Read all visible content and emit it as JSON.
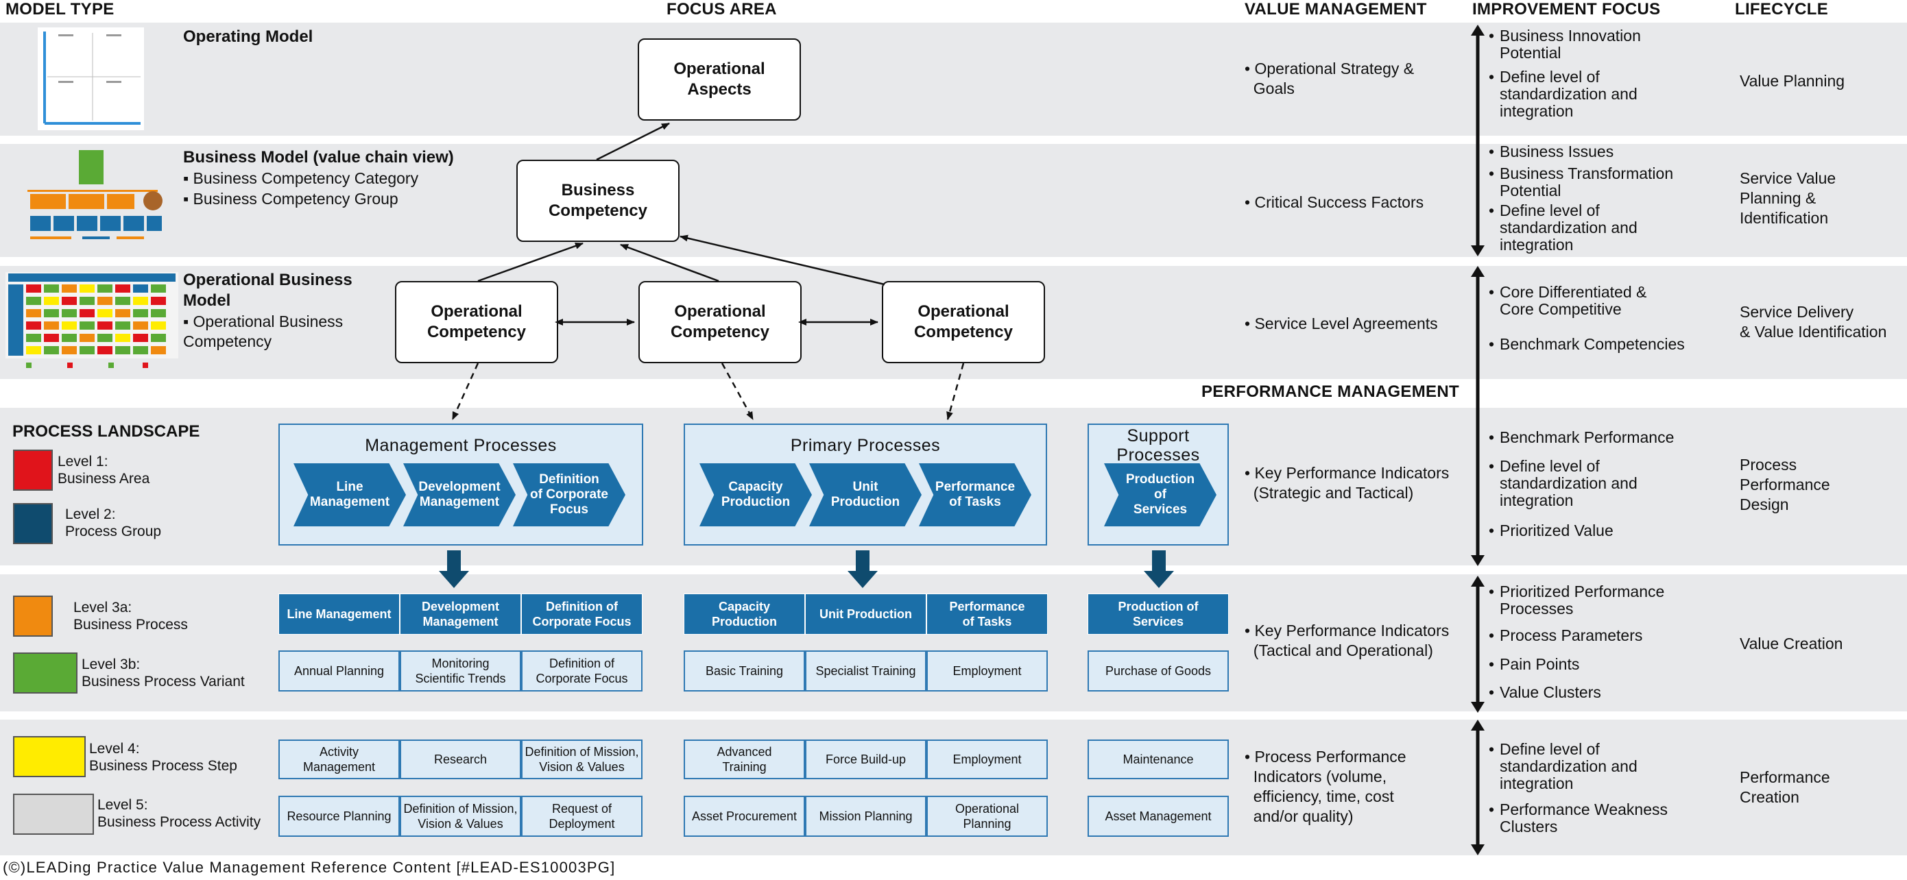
{
  "headers": {
    "model_type": "MODEL TYPE",
    "focus_area": "FOCUS AREA",
    "value_management": "VALUE MANAGEMENT",
    "improvement_focus": "IMPROVEMENT FOCUS",
    "lifecycle": "LIFECYCLE",
    "performance_management": "PERFORMANCE MANAGEMENT"
  },
  "model_types": {
    "operating": {
      "title": "Operating Model",
      "items": []
    },
    "business": {
      "title": "Business Model (value chain view)",
      "items": [
        "Business Competency Category",
        "Business Competency Group"
      ]
    },
    "operational_business": {
      "title": "Operational Business Model",
      "items": [
        "Operational Business Competency"
      ]
    }
  },
  "focus_boxes": {
    "operational_aspects": "Operational Aspects",
    "business_competency": "Business Competency",
    "operational_competency": "Operational Competency"
  },
  "value_management": [
    [
      "Operational Strategy &",
      "Goals"
    ],
    [
      "Critical Success Factors"
    ],
    [
      "Service Level Agreements"
    ],
    [
      "Key Performance Indicators",
      "(Strategic and Tactical)"
    ],
    [
      "Key Performance Indicators",
      "(Tactical and Operational)"
    ],
    [
      "Process Performance",
      "Indicators (volume,",
      "efficiency, time, cost",
      "and/or quality)"
    ]
  ],
  "improvement_focus": [
    [
      [
        "Business Innovation",
        "Potential"
      ],
      [
        "Define level of",
        "standardization and",
        "integration"
      ]
    ],
    [
      [
        "Business Issues"
      ],
      [
        "Business Transformation",
        "Potential"
      ],
      [
        "Define level of",
        "standardization and",
        "integration"
      ]
    ],
    [
      [
        "Core Differentiated &",
        "Core Competitive"
      ],
      [
        "Benchmark Competencies"
      ]
    ],
    [
      [
        "Benchmark Performance"
      ],
      [
        "Define level of",
        "standardization and",
        "integration"
      ],
      [
        "Prioritized Value"
      ]
    ],
    [
      [
        "Prioritized Performance",
        "Processes"
      ],
      [
        "Process Parameters"
      ],
      [
        "Pain Points"
      ],
      [
        "Value Clusters"
      ]
    ],
    [
      [
        "Define level of",
        "standardization and",
        "integration"
      ],
      [
        "Performance Weakness",
        "Clusters"
      ]
    ]
  ],
  "lifecycle": [
    [
      "Value Planning"
    ],
    [
      "Service Value",
      "Planning &",
      "Identification"
    ],
    [
      "Service Delivery",
      "& Value Identification"
    ],
    [
      "Process",
      "Performance",
      "Design"
    ],
    [
      "Value Creation"
    ],
    [
      "Performance",
      "Creation"
    ]
  ],
  "process_landscape": {
    "title": "PROCESS LANDSCAPE",
    "levels": [
      {
        "label": "Level 1:",
        "sub": "Business Area",
        "color": "#e0141b"
      },
      {
        "label": "Level 2:",
        "sub": "Process Group",
        "color": "#0f4b6e"
      },
      {
        "label": "Level 3a:",
        "sub": "Business Process",
        "color": "#f08a10"
      },
      {
        "label": "Level 3b:",
        "sub": "Business Process Variant",
        "color": "#5aaa35"
      },
      {
        "label": "Level 4:",
        "sub": "Business Process Step",
        "color": "#ffec00"
      },
      {
        "label": "Level 5:",
        "sub": "Business Process Activity",
        "color": "#d9d9d9"
      }
    ]
  },
  "process_groups": {
    "management": {
      "title": "Management Processes",
      "chevrons": [
        [
          "Line",
          "Management"
        ],
        [
          "Development",
          "Management"
        ],
        [
          "Definition",
          "of Corporate",
          "Focus"
        ]
      ]
    },
    "primary": {
      "title": "Primary Processes",
      "chevrons": [
        [
          "Capacity",
          "Production"
        ],
        [
          "Unit",
          "Production"
        ],
        [
          "Performance",
          "of Tasks"
        ]
      ]
    },
    "support": {
      "title": [
        "Support",
        "Processes"
      ],
      "chevrons": [
        [
          "Production",
          "of",
          "Services"
        ]
      ]
    }
  },
  "process_columns": [
    {
      "l3a": [
        "Line Management"
      ],
      "l3b": [
        "Annual Planning"
      ],
      "l4": [
        "Activity",
        "Management"
      ],
      "l5": [
        "Resource Planning"
      ]
    },
    {
      "l3a": [
        "Development",
        "Management"
      ],
      "l3b": [
        "Monitoring",
        "Scientific Trends"
      ],
      "l4": [
        "Research"
      ],
      "l5": [
        "Definition of Mission,",
        "Vision & Values"
      ]
    },
    {
      "l3a": [
        "Definition of",
        "Corporate Focus"
      ],
      "l3b": [
        "Definition of",
        "Corporate Focus"
      ],
      "l4": [
        "Definition of Mission,",
        "Vision & Values"
      ],
      "l5": [
        "Request of",
        "Deployment"
      ]
    },
    {
      "l3a": [
        "Capacity",
        "Production"
      ],
      "l3b": [
        "Basic Training"
      ],
      "l4": [
        "Advanced",
        "Training"
      ],
      "l5": [
        "Asset Procurement"
      ]
    },
    {
      "l3a": [
        "Unit Production"
      ],
      "l3b": [
        "Specialist Training"
      ],
      "l4": [
        "Force Build-up"
      ],
      "l5": [
        "Mission Planning"
      ]
    },
    {
      "l3a": [
        "Performance",
        "of Tasks"
      ],
      "l3b": [
        "Employment"
      ],
      "l4": [
        "Employment"
      ],
      "l5": [
        "Operational",
        "Planning"
      ]
    },
    {
      "l3a": [
        "Production of",
        "Services"
      ],
      "l3b": [
        "Purchase of Goods"
      ],
      "l4": [
        "Maintenance"
      ],
      "l5": [
        "Asset Management"
      ]
    }
  ],
  "footer": "(©)LEADing Practice Value Management Reference Content [#LEAD-ES10003PG]",
  "colors": {
    "band": "#e8e9eb",
    "process_dark": "#1b6fa8",
    "process_light": "#ddebf6",
    "arrow_dark": "#0f4b6e"
  }
}
